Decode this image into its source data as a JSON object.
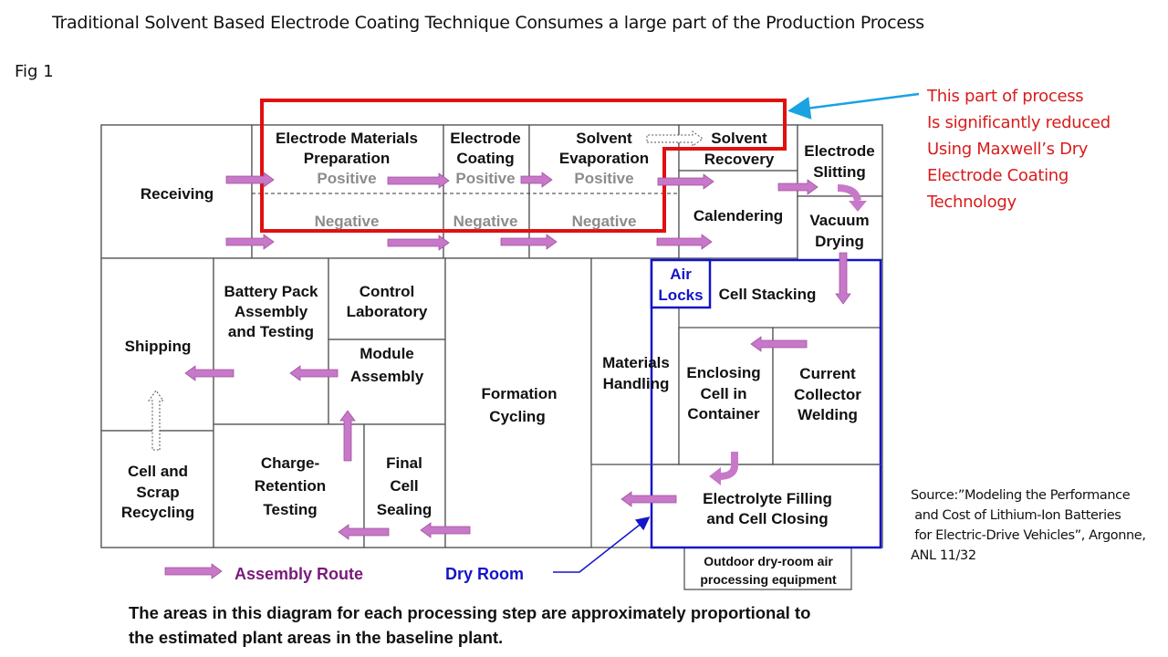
{
  "title": "Traditional Solvent Based Electrode Coating Technique Consumes a large part of the Production Process",
  "figure_label": "Fig 1",
  "annotation": {
    "lines": [
      "This part of process",
      "Is significantly reduced",
      "Using Maxwell’s Dry",
      "Electrode Coating",
      "Technology"
    ],
    "color": "#d81c1c",
    "arrow_color": "#1aa3e0"
  },
  "source": {
    "lines": [
      "Source:”Modeling the Performance",
      " and Cost of Lithium-Ion Batteries",
      " for Electric-Drive Vehicles”, Argonne,",
      "ANL 11/32"
    ]
  },
  "caption": {
    "lines": [
      "The areas in this diagram for each processing step are approximately proportional to",
      "the estimated plant areas in the baseline plant."
    ]
  },
  "diagram": {
    "rooms": {
      "receiving": "Receiving",
      "electrode_materials": [
        "Electrode Materials",
        "Preparation"
      ],
      "electrode_coating": [
        "Electrode",
        "Coating"
      ],
      "solvent_evaporation": [
        "Solvent",
        "Evaporation"
      ],
      "solvent_recovery": [
        "Solvent",
        "Recovery"
      ],
      "calendering": "Calendering",
      "electrode_slitting": [
        "Electrode",
        "Slitting"
      ],
      "vacuum_drying": [
        "Vacuum",
        "Drying"
      ],
      "shipping": "Shipping",
      "battery_pack": [
        "Battery Pack",
        "Assembly",
        "and Testing"
      ],
      "control_lab": [
        "Control",
        "Laboratory"
      ],
      "module_assembly": [
        "Module",
        "Assembly"
      ],
      "formation_cycling": [
        "Formation",
        "Cycling"
      ],
      "materials_handling": [
        "Materials",
        "Handling"
      ],
      "air_locks": [
        "Air",
        "Locks"
      ],
      "cell_stacking": "Cell Stacking",
      "enclosing_cell": [
        "Enclosing",
        "Cell in",
        "Container"
      ],
      "current_collector": [
        "Current",
        "Collector",
        "Welding"
      ],
      "electrolyte_filling": [
        "Electrolyte Filling",
        "and Cell Closing"
      ],
      "cell_scrap": [
        "Cell and",
        "Scrap",
        "Recycling"
      ],
      "charge_retention": [
        "Charge-",
        "Retention",
        "Testing"
      ],
      "final_sealing": [
        "Final",
        "Cell",
        "Sealing"
      ],
      "outdoor_equipment": [
        "Outdoor dry-room air",
        "processing equipment"
      ]
    },
    "positive_label": "Positive",
    "negative_label": "Negative",
    "legend": {
      "assembly_route": "Assembly Route",
      "dry_room": "Dry Room",
      "assembly_color": "#c878c8",
      "assembly_text_color": "#7a1a7a",
      "dry_room_color": "#1414c8"
    },
    "highlight_color": "#e01010"
  }
}
